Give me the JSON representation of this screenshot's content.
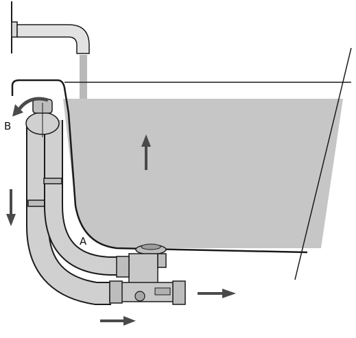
{
  "labels": {
    "overflow_point": "B",
    "drain_point": "A"
  },
  "colors": {
    "water": "#c6c6c6",
    "pipe_fill": "#d0d0d0",
    "fitting_fill": "#bdbdbd",
    "outline": "#1a1a1a",
    "stream": "#b9b9b9",
    "arrow": "#4a4a4a"
  },
  "flow_arrows": [
    {
      "id": "water-rise",
      "direction": "up"
    },
    {
      "id": "overflow-return",
      "direction": "counterclockwise"
    },
    {
      "id": "overflow-down",
      "direction": "down"
    },
    {
      "id": "outlet",
      "direction": "right"
    },
    {
      "id": "lower-flow",
      "direction": "right"
    }
  ]
}
